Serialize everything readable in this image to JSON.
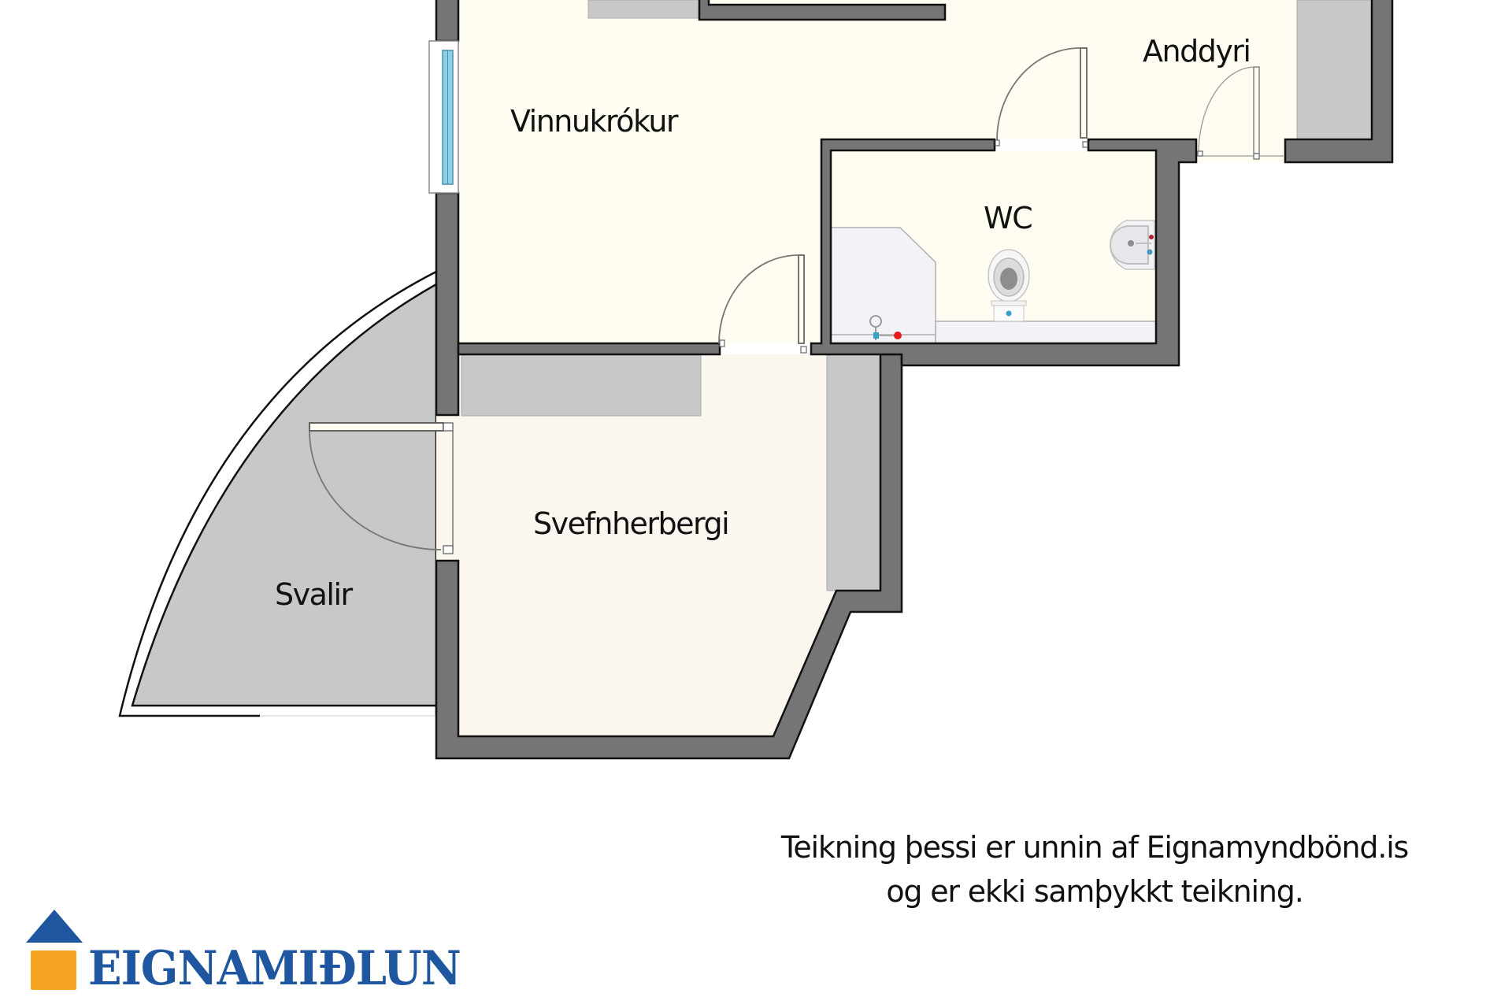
{
  "rooms": {
    "vinnukrokur": "Vinnukrókur",
    "anddyri": "Anddyri",
    "wc": "WC",
    "svefnherbergi": "Svefnherbergi",
    "svalir": "Svalir"
  },
  "disclaimer": {
    "line1": "Teikning þessi er unnin af Eignamyndbönd.is",
    "line2": "og er ekki samþykkt teikning."
  },
  "logo": {
    "text": "EIGNAMIÐLUN",
    "icon": "house-icon"
  },
  "colors": {
    "wall": "#757575",
    "floor_main": "#fffdf1",
    "floor_bedroom": "#fbf6ee",
    "fixture_gray": "#c8c8c8",
    "balcony": "#c8c8c8",
    "glass": "#8ecfe8",
    "brand_blue": "#1f56a0",
    "brand_orange": "#f5a320"
  }
}
